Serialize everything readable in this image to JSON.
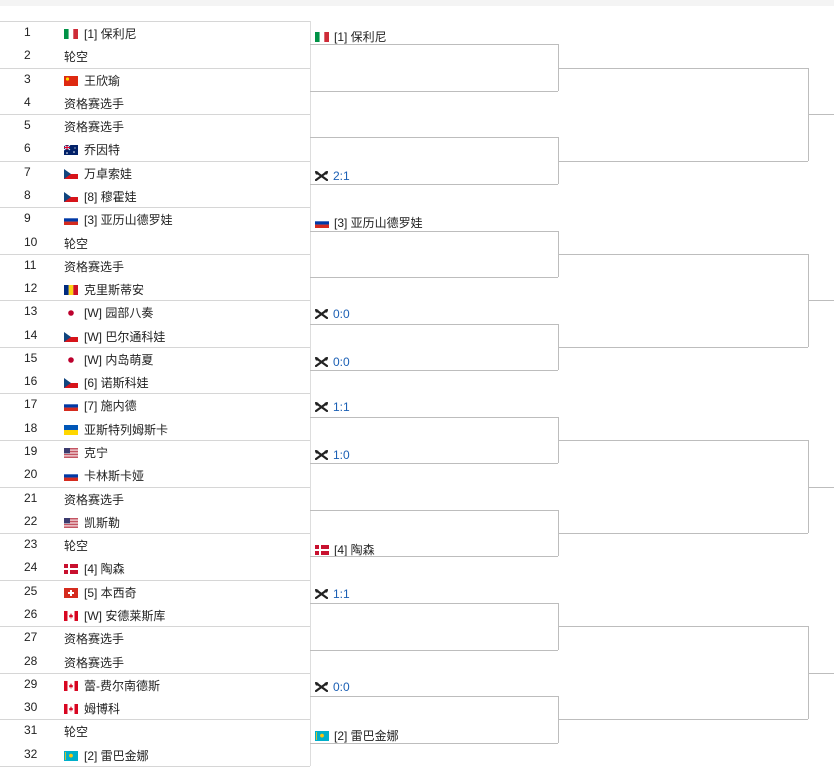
{
  "draw": [
    {
      "num": "1",
      "flag": "it",
      "name": "[1] 保利尼"
    },
    {
      "num": "2",
      "flag": "",
      "name": "轮空"
    },
    {
      "num": "3",
      "flag": "cn",
      "name": "王欣瑜"
    },
    {
      "num": "4",
      "flag": "",
      "name": "资格赛选手"
    },
    {
      "num": "5",
      "flag": "",
      "name": "资格赛选手"
    },
    {
      "num": "6",
      "flag": "au",
      "name": "乔因特"
    },
    {
      "num": "7",
      "flag": "cz",
      "name": "万卓索娃"
    },
    {
      "num": "8",
      "flag": "cz",
      "name": "[8] 穆霍娃"
    },
    {
      "num": "9",
      "flag": "ru",
      "name": "[3] 亚历山德罗娃"
    },
    {
      "num": "10",
      "flag": "",
      "name": "轮空"
    },
    {
      "num": "11",
      "flag": "",
      "name": "资格赛选手"
    },
    {
      "num": "12",
      "flag": "ro",
      "name": "克里斯蒂安"
    },
    {
      "num": "13",
      "flag": "jp",
      "name": "[W] 园部八奏"
    },
    {
      "num": "14",
      "flag": "cz",
      "name": "[W] 巴尔通科娃"
    },
    {
      "num": "15",
      "flag": "jp",
      "name": "[W] 内岛萌夏"
    },
    {
      "num": "16",
      "flag": "cz",
      "name": "[6] 诺斯科娃"
    },
    {
      "num": "17",
      "flag": "ru",
      "name": "[7] 施内德"
    },
    {
      "num": "18",
      "flag": "ua",
      "name": "亚斯特列姆斯卡"
    },
    {
      "num": "19",
      "flag": "us",
      "name": "克宁"
    },
    {
      "num": "20",
      "flag": "ru",
      "name": "卡林斯卡娅"
    },
    {
      "num": "21",
      "flag": "",
      "name": "资格赛选手"
    },
    {
      "num": "22",
      "flag": "us",
      "name": "凯斯勒"
    },
    {
      "num": "23",
      "flag": "",
      "name": "轮空"
    },
    {
      "num": "24",
      "flag": "dk",
      "name": "[4] 陶森"
    },
    {
      "num": "25",
      "flag": "ch",
      "name": "[5] 本西奇"
    },
    {
      "num": "26",
      "flag": "ca",
      "name": "[W] 安德莱斯库"
    },
    {
      "num": "27",
      "flag": "",
      "name": "资格赛选手"
    },
    {
      "num": "28",
      "flag": "",
      "name": "资格赛选手"
    },
    {
      "num": "29",
      "flag": "ca",
      "name": "蕾-费尔南德斯"
    },
    {
      "num": "30",
      "flag": "ca",
      "name": "姆博科"
    },
    {
      "num": "31",
      "flag": "",
      "name": "轮空"
    },
    {
      "num": "32",
      "flag": "kz",
      "name": "[2] 雷巴金娜"
    }
  ],
  "round2": [
    {
      "type": "player",
      "flag": "it",
      "text": "[1] 保利尼"
    },
    {
      "type": "empty"
    },
    {
      "type": "empty"
    },
    {
      "type": "score",
      "text": "2:1"
    },
    {
      "type": "player",
      "flag": "ru",
      "text": "[3] 亚历山德罗娃"
    },
    {
      "type": "empty"
    },
    {
      "type": "score",
      "text": "0:0"
    },
    {
      "type": "score",
      "text": "0:0"
    },
    {
      "type": "score",
      "text": "1:1"
    },
    {
      "type": "score",
      "text": "1:0"
    },
    {
      "type": "empty"
    },
    {
      "type": "player",
      "flag": "dk",
      "text": "[4] 陶森"
    },
    {
      "type": "score",
      "text": "1:1"
    },
    {
      "type": "empty"
    },
    {
      "type": "score",
      "text": "0:0"
    },
    {
      "type": "player",
      "flag": "kz",
      "text": "[2] 雷巴金娜"
    }
  ],
  "flag_colors": {
    "it": [
      "#009246",
      "#ffffff",
      "#ce2b37"
    ],
    "cn": [
      "#de2910",
      "#ffde00"
    ],
    "au": [
      "#012169",
      "#ffffff",
      "#e4002b"
    ],
    "cz": [
      "#ffffff",
      "#d7141a",
      "#11457e"
    ],
    "ru": [
      "#ffffff",
      "#0039a6",
      "#d52b1e"
    ],
    "ro": [
      "#002b7f",
      "#fcd116",
      "#ce1126"
    ],
    "jp": [
      "#ffffff",
      "#bc002d"
    ],
    "ua": [
      "#0057b7",
      "#ffd700"
    ],
    "us": [
      "#b22234",
      "#ffffff",
      "#3c3b6e"
    ],
    "dk": [
      "#c8102e",
      "#ffffff"
    ],
    "ch": [
      "#d52b1e",
      "#ffffff"
    ],
    "ca": [
      "#d80621",
      "#ffffff"
    ],
    "kz": [
      "#00afca",
      "#fec50c"
    ]
  },
  "icons": {
    "score_icon": "crossed-rackets-icon"
  }
}
